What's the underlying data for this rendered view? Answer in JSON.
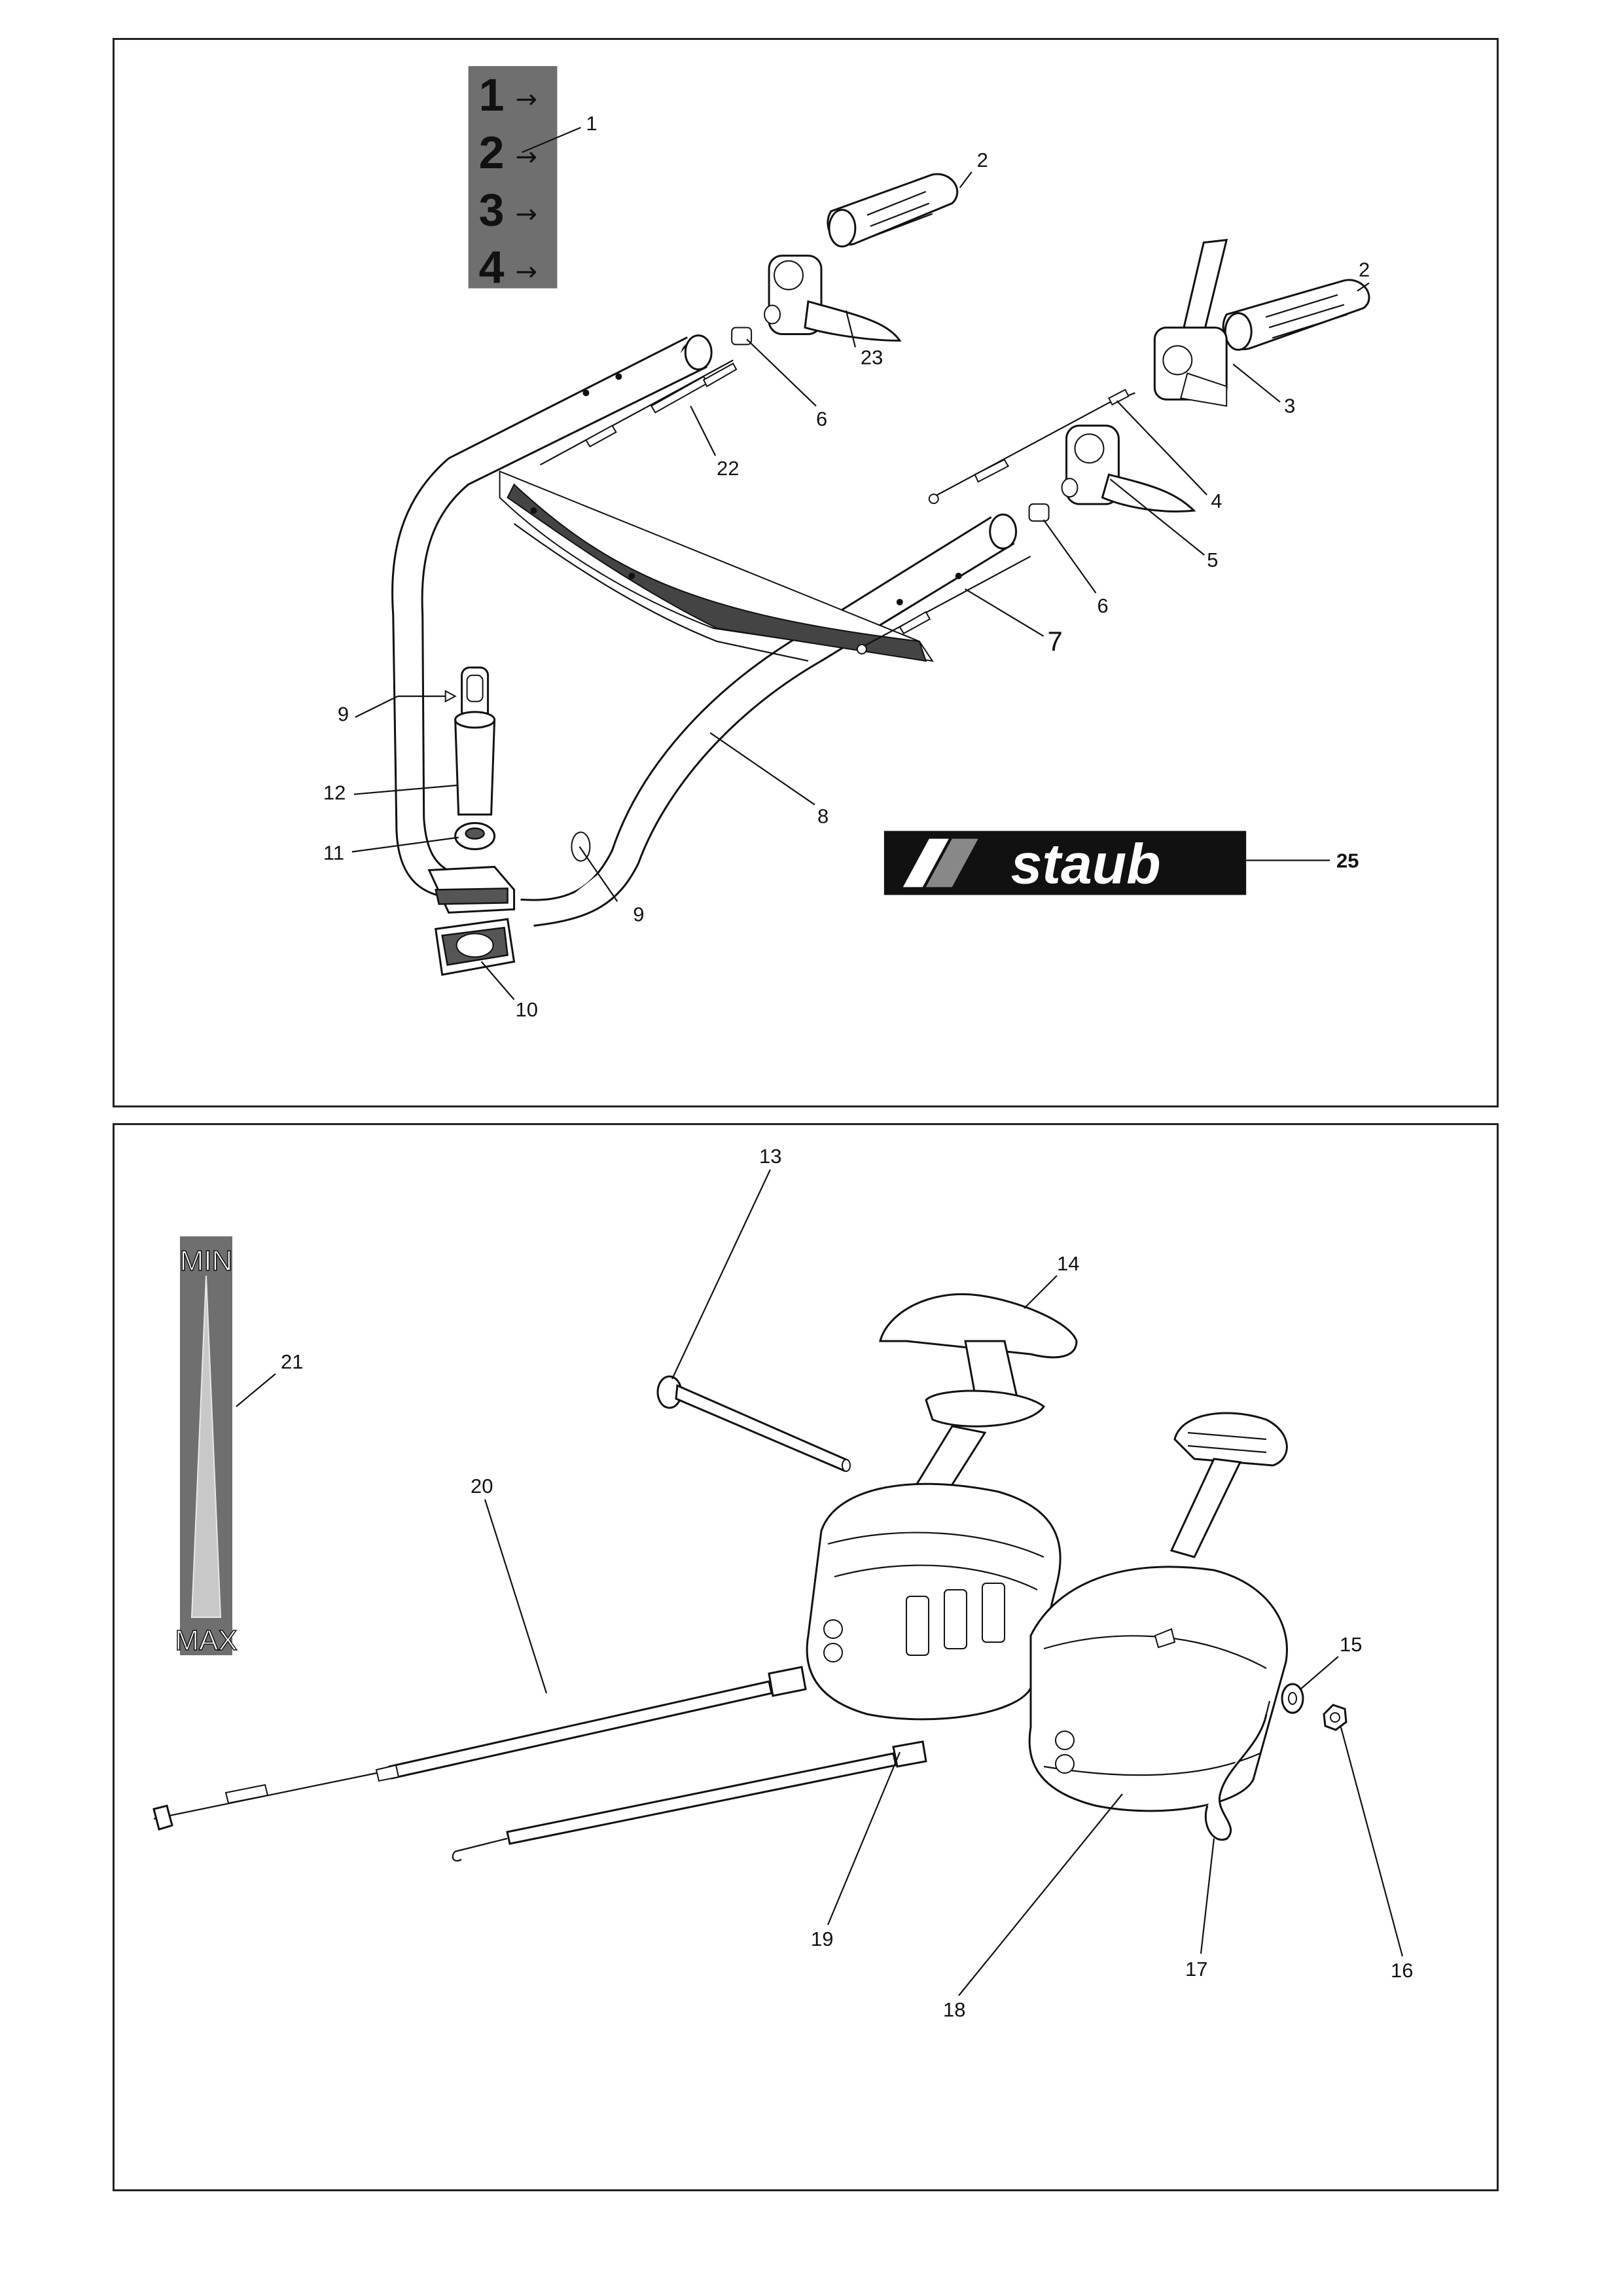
{
  "top_panel": {
    "gear_decal": {
      "numbers": [
        "1",
        "2",
        "3",
        "4"
      ],
      "arrow": "→"
    },
    "callouts": [
      "1",
      "2",
      "2",
      "23",
      "6",
      "3",
      "22",
      "4",
      "5",
      "6",
      "7",
      "9",
      "12",
      "8",
      "11",
      "9",
      "10",
      "25"
    ],
    "brand_decal": {
      "text": "staub"
    }
  },
  "bottom_panel": {
    "throttle_decal": {
      "top": "MIN",
      "bottom": "MAX"
    },
    "callouts": [
      "13",
      "14",
      "21",
      "20",
      "15",
      "16",
      "17",
      "18",
      "19"
    ]
  },
  "colors": {
    "decal_grey": "#6f6f6f",
    "decal_dark": "#111111",
    "line": "#111111"
  }
}
